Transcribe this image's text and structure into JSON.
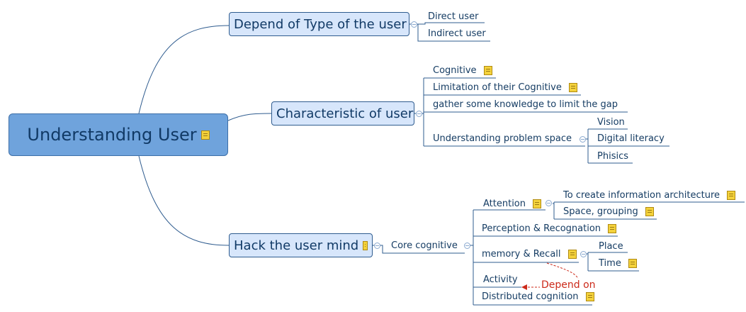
{
  "colors": {
    "line": "#2f5c8f",
    "root_fill": "#6fa3dc",
    "main_fill": "#d7e6fb",
    "relation": "#cc2a1a",
    "note": "#f4d23c"
  },
  "root": {
    "label": "Understanding User"
  },
  "branches": {
    "type": {
      "label": "Depend of Type of the user",
      "children": [
        "Direct user",
        "Indirect user"
      ]
    },
    "characteristic": {
      "label": "Characteristic of user",
      "children": [
        "Cognitive",
        "Limitation of their Cognitive",
        "gather some knowledge to limit the gap",
        "Understanding problem space"
      ],
      "problem_space": [
        "Vision",
        "Digital literacy",
        "Phisics"
      ]
    },
    "hack": {
      "label": "Hack the user mind",
      "core": "Core cognitive",
      "core_children": [
        "Attention",
        "Perception & Recognation",
        "memory & Recall",
        "Activity",
        "Distributed cognition"
      ],
      "attention": [
        "To create information architecture",
        "Space, grouping"
      ],
      "memory": [
        "Place",
        "Time"
      ]
    }
  },
  "relation": {
    "label": "Depend on"
  }
}
